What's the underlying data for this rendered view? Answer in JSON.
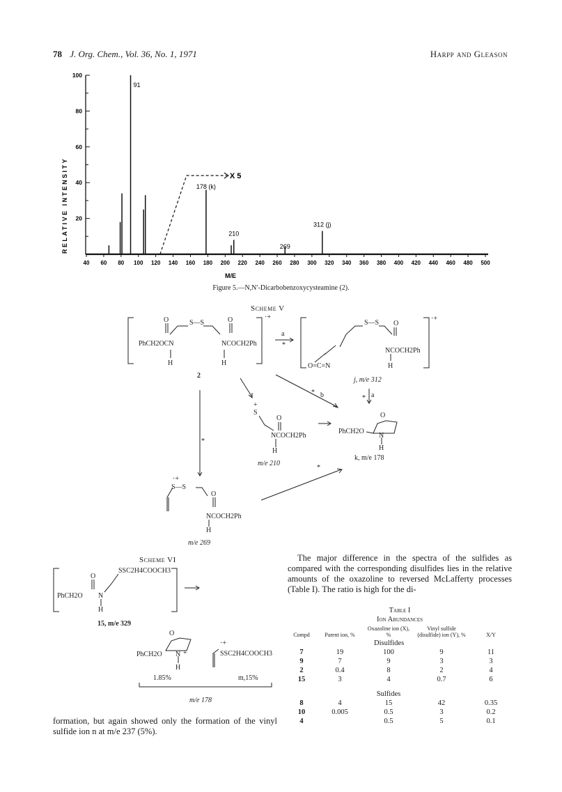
{
  "header": {
    "page_number": "78",
    "journal": "J. Org. Chem., Vol. 36, No. 1, 1971",
    "authors": "Harpp and Gleason"
  },
  "chart_data": {
    "type": "bar",
    "title": "",
    "xlabel": "M/E",
    "ylabel": "RELATIVE INTENSITY",
    "xlim": [
      40,
      500
    ],
    "ylim": [
      0,
      100
    ],
    "x_ticks": [
      "40",
      "60",
      "80",
      "100",
      "120",
      "140",
      "160",
      "180",
      "200",
      "220",
      "240",
      "260",
      "280",
      "300",
      "320",
      "340",
      "360",
      "380",
      "400",
      "420",
      "440",
      "460",
      "480",
      "500"
    ],
    "y_ticks": [
      "100",
      "80",
      "60",
      "40",
      "20"
    ],
    "peaks": [
      {
        "mz": 66,
        "intensity": 5
      },
      {
        "mz": 79,
        "intensity": 18
      },
      {
        "mz": 81,
        "intensity": 34
      },
      {
        "mz": 91,
        "intensity": 100
      },
      {
        "mz": 106,
        "intensity": 25
      },
      {
        "mz": 108,
        "intensity": 33
      },
      {
        "mz": 178,
        "intensity": 36
      },
      {
        "mz": 207,
        "intensity": 5
      },
      {
        "mz": 210,
        "intensity": 8
      },
      {
        "mz": 269,
        "intensity": 4
      },
      {
        "mz": 312,
        "intensity": 13
      }
    ],
    "peak_labels": [
      {
        "mz": 91,
        "text": "91"
      },
      {
        "mz": 178,
        "text": "178 (k)"
      },
      {
        "mz": 210,
        "text": "210"
      },
      {
        "mz": 269,
        "text": "269"
      },
      {
        "mz": 312,
        "text": "312 (j)"
      }
    ],
    "expansion_label": "X 5",
    "expansion_from_mz": 125
  },
  "figure_caption": "Figure 5.—N,N′-Dicarbobenzoxycysteamine (2).",
  "scheme_v": {
    "title": "Scheme V",
    "compound_2_left": "PhCH2OCN",
    "compound_2_right": "NCOCH2Ph",
    "compound_2_ss": "S—S",
    "compound_2_label": "2",
    "j_ss": "S—S",
    "j_ocn": "O=C=N",
    "j_right": "NCOCH2Ph",
    "j_label": "j, m/e 312",
    "ion_210_s": "S",
    "ion_210_amide": "NCOCH2Ph",
    "ion_210_label": "m/e 210",
    "k_left": "PhCH2O",
    "k_label": "k, m/e 178",
    "ion_269_ss": "S—S",
    "ion_269_amide": "NCOCH2Ph",
    "ion_269_label": "m/e 269",
    "arrow_a": "a",
    "arrow_b": "b",
    "metastable": "*",
    "charge": "+",
    "radical_cation": "·+",
    "atom_O": "O",
    "atom_H": "H",
    "atom_N": "N"
  },
  "scheme_vi": {
    "title": "Scheme VI",
    "compound_15_left": "PhCH2O",
    "compound_15_chain": "SSC2H4COOCH3",
    "compound_15_label": "15, m/e 329",
    "product_left": "PhCH2O",
    "product_right": "SSC2H4COOCH3",
    "pct_left": "1.85%",
    "pct_right": "m,15%",
    "mz_label": "m/e 178"
  },
  "left_text": "formation, but again showed only the formation of the vinyl sulfide ion n at m/e 237 (5%).",
  "right_text": "The major difference in the spectra of the sulfides as compared with the corresponding disulfides lies in the relative amounts of the oxazoline to reversed McLafferty processes (Table I). The ratio is high for the di-",
  "table": {
    "title": "Table I",
    "subtitle": "Ion Abundances",
    "columns": [
      "Compd",
      "Parent ion, %",
      "Oxazoline ion (X), %",
      "Vinyl sulfide (disulfide) ion (Y), %",
      "X/Y"
    ],
    "group1": "Disulfides",
    "rows1": [
      [
        "7",
        "19",
        "100",
        "9",
        "11"
      ],
      [
        "9",
        "7",
        "9",
        "3",
        "3"
      ],
      [
        "2",
        "0.4",
        "8",
        "2",
        "4"
      ],
      [
        "15",
        "3",
        "4",
        "0.7",
        "6"
      ]
    ],
    "group2": "Sulfides",
    "rows2": [
      [
        "8",
        "4",
        "15",
        "42",
        "0.35"
      ],
      [
        "10",
        "0.005",
        "0.5",
        "3",
        "0.2"
      ],
      [
        "4",
        "",
        "0.5",
        "5",
        "0.1"
      ]
    ]
  }
}
